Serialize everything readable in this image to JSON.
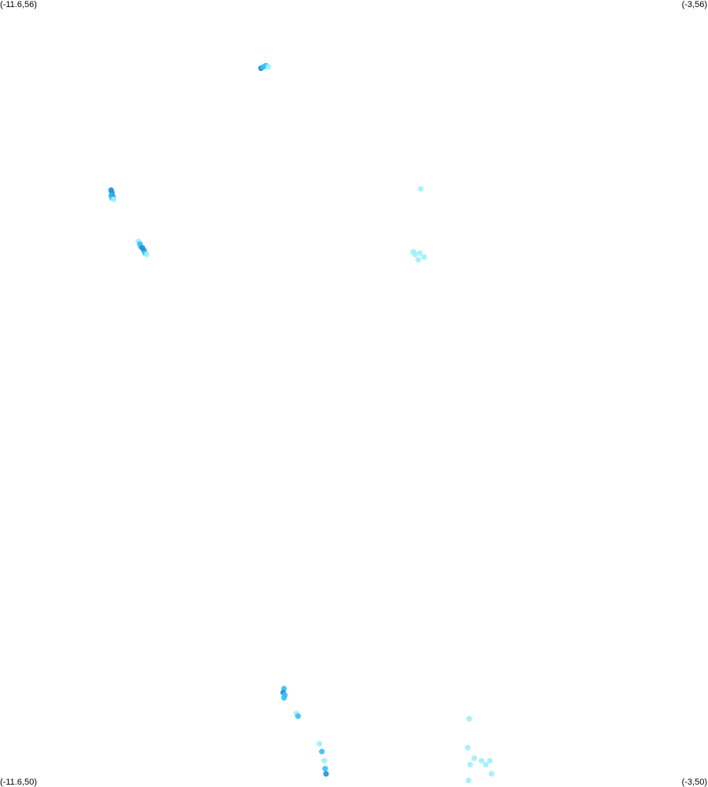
{
  "map": {
    "bounds": {
      "lon_min": -11.6,
      "lon_max": -3,
      "lat_min": 50,
      "lat_max": 56
    },
    "corner_labels": {
      "top_left": "(-11.6,56)",
      "top_right": "(-3,56)",
      "bottom_left": "(-11.6,50)",
      "bottom_right": "(-3,50)"
    },
    "palette": {
      "background": "#ffffff",
      "light": "#9ff0fb",
      "medium": "#35c1f2",
      "dark": "#1e8fe0"
    },
    "clusters": [
      {
        "name": "north-coast-cluster",
        "points": [
          {
            "lon": -8.43,
            "lat": 55.48,
            "level": "dark"
          },
          {
            "lon": -8.4,
            "lat": 55.49,
            "level": "medium"
          },
          {
            "lon": -8.37,
            "lat": 55.5,
            "level": "medium"
          },
          {
            "lon": -8.34,
            "lat": 55.49,
            "level": "light"
          }
        ]
      },
      {
        "name": "northwest-coast-cluster",
        "points": [
          {
            "lon": -10.25,
            "lat": 54.55,
            "level": "dark"
          },
          {
            "lon": -10.24,
            "lat": 54.53,
            "level": "dark"
          },
          {
            "lon": -10.25,
            "lat": 54.51,
            "level": "medium"
          },
          {
            "lon": -10.23,
            "lat": 54.5,
            "level": "dark"
          },
          {
            "lon": -10.24,
            "lat": 54.49,
            "level": "medium"
          },
          {
            "lon": -10.22,
            "lat": 54.48,
            "level": "light"
          }
        ]
      },
      {
        "name": "west-coast-cluster",
        "points": [
          {
            "lon": -9.92,
            "lat": 54.16,
            "level": "light"
          },
          {
            "lon": -9.9,
            "lat": 54.14,
            "level": "medium"
          },
          {
            "lon": -9.89,
            "lat": 54.12,
            "level": "medium"
          },
          {
            "lon": -9.87,
            "lat": 54.11,
            "level": "dark"
          },
          {
            "lon": -9.85,
            "lat": 54.09,
            "level": "dark"
          },
          {
            "lon": -9.84,
            "lat": 54.07,
            "level": "medium"
          },
          {
            "lon": -9.82,
            "lat": 54.06,
            "level": "light"
          }
        ]
      },
      {
        "name": "east-inland-cluster",
        "points": [
          {
            "lon": -6.49,
            "lat": 54.56,
            "level": "light"
          },
          {
            "lon": -6.58,
            "lat": 54.08,
            "level": "light"
          },
          {
            "lon": -6.5,
            "lat": 54.07,
            "level": "light"
          },
          {
            "lon": -6.56,
            "lat": 54.06,
            "level": "light"
          },
          {
            "lon": -6.45,
            "lat": 54.04,
            "level": "light"
          },
          {
            "lon": -6.52,
            "lat": 54.02,
            "level": "light"
          }
        ]
      },
      {
        "name": "south-coast-cluster",
        "points": [
          {
            "lon": -8.15,
            "lat": 50.75,
            "level": "medium"
          },
          {
            "lon": -8.16,
            "lat": 50.72,
            "level": "dark"
          },
          {
            "lon": -8.14,
            "lat": 50.7,
            "level": "medium"
          },
          {
            "lon": -8.15,
            "lat": 50.68,
            "level": "medium"
          },
          {
            "lon": -8.0,
            "lat": 50.56,
            "level": "light"
          },
          {
            "lon": -7.98,
            "lat": 50.54,
            "level": "medium"
          }
        ]
      },
      {
        "name": "southwest-point-cluster",
        "points": [
          {
            "lon": -7.72,
            "lat": 50.33,
            "level": "light"
          },
          {
            "lon": -7.69,
            "lat": 50.27,
            "level": "medium"
          },
          {
            "lon": -7.66,
            "lat": 50.2,
            "level": "light"
          },
          {
            "lon": -7.65,
            "lat": 50.14,
            "level": "medium"
          },
          {
            "lon": -7.64,
            "lat": 50.1,
            "level": "dark"
          }
        ]
      },
      {
        "name": "southeast-offshore-cluster",
        "points": [
          {
            "lon": -5.9,
            "lat": 50.52,
            "level": "light"
          },
          {
            "lon": -5.92,
            "lat": 50.3,
            "level": "light"
          },
          {
            "lon": -5.84,
            "lat": 50.22,
            "level": "light"
          },
          {
            "lon": -5.89,
            "lat": 50.17,
            "level": "light"
          },
          {
            "lon": -5.75,
            "lat": 50.2,
            "level": "light"
          },
          {
            "lon": -5.7,
            "lat": 50.17,
            "level": "light"
          },
          {
            "lon": -5.65,
            "lat": 50.2,
            "level": "light"
          },
          {
            "lon": -5.63,
            "lat": 50.1,
            "level": "light"
          },
          {
            "lon": -5.91,
            "lat": 50.05,
            "level": "light"
          }
        ]
      }
    ]
  }
}
